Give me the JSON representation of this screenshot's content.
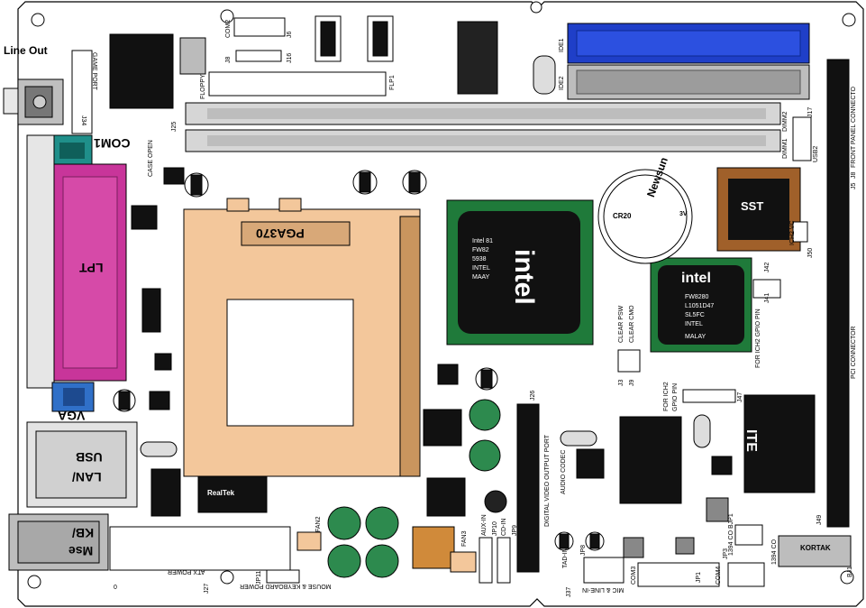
{
  "board": {
    "outline_color": "#000000",
    "pin_color": "#d4a017",
    "chip_color": "#111111",
    "socket_color": "#f3c79b",
    "pcb_green": "#1f7a3a",
    "lpt_color": "#c8359a",
    "ide_blue": "#1f3fc8",
    "com_teal": "#1f8f8a",
    "vga_blue": "#3070c8"
  },
  "connectors": {
    "line_out": "Line Out",
    "game_port": "GAME PORT",
    "j34": "J34",
    "com1": "COM1",
    "lpt": "LPT",
    "vga": "VGA",
    "usb": "USB",
    "lan": "LAN/",
    "kb": "KB/",
    "mse": "Mse",
    "com2": "COM2",
    "j6": "J6",
    "j16": "J16",
    "j8": "J8",
    "floppy": "FLOPPY",
    "flp1": "FLP1",
    "ide1": "IDE1",
    "ide2": "IDE2",
    "dimm1": "DIMM1",
    "dimm2": "DIMM2",
    "usb2": "USB2",
    "j17": "J17",
    "front_panel": "FRONT PANEL CONNECTO",
    "j5": "J5",
    "j7": "J8",
    "pci_connector": "PCI CONNECTOR",
    "j49": "J49",
    "case_open": "CASE OPEN",
    "j25": "J25",
    "pga": "PGA370",
    "ich2_vc": "ICH2 VC",
    "j50": "J50",
    "j42": "J42",
    "for_ich2_gpio": "FOR ICH2 GPIO PIN",
    "j41": "J41",
    "clear_psw": "CLEAR PSW",
    "clear_cmo": "CLEAR CMO",
    "j3": "J3",
    "j9": "J9",
    "for_ich2_gpio2": "FOR ICH2",
    "gpio_pin": "GPIO PIN",
    "j47": "J47",
    "j26": "J26",
    "digital_video": "DIGITAL VIDEO OUTPUT PORT",
    "audio_codec": "AUDIO CODEC",
    "atx_power": "ATX POWER",
    "j27": "J27",
    "fan2": "FAN2",
    "fan3": "FAN3",
    "aux_in": "AUX-IN",
    "jp10": "JP10",
    "cd_in": "CD-IN",
    "jp9": "JP9",
    "mouse_kb_power": "MOUSE & KEYBOARD POWER",
    "jp11": "JP11",
    "tad_in": "TAD-IN",
    "jp8": "JP8",
    "mic_line_in": "MIC & LINE-IN",
    "j37": "J37",
    "com3": "COM3",
    "com4": "COM4",
    "jp1": "JP1",
    "jp3": "JP3",
    "co_1394": "1394 CO",
    "bjp1": "BJP1",
    "co_1394b": "1394 CO",
    "bj1": "BJ1",
    "kortak": "KORTAK",
    "zero": "0"
  },
  "chips": {
    "intel_big": "intel",
    "intel_big_lines": [
      "Intel  81",
      "FW82",
      "5938",
      "INTEL",
      "MAAY"
    ],
    "intel_small": "intel",
    "intel_small_lines": [
      "FW8280",
      "L1051D47",
      "SL5FC",
      "INTEL",
      "MALAY"
    ],
    "sst": "SST",
    "cr20": "CR20",
    "newsun": "Newsun",
    "battery_v": "3V",
    "ite": "ITE",
    "realtek": "RealTek"
  }
}
